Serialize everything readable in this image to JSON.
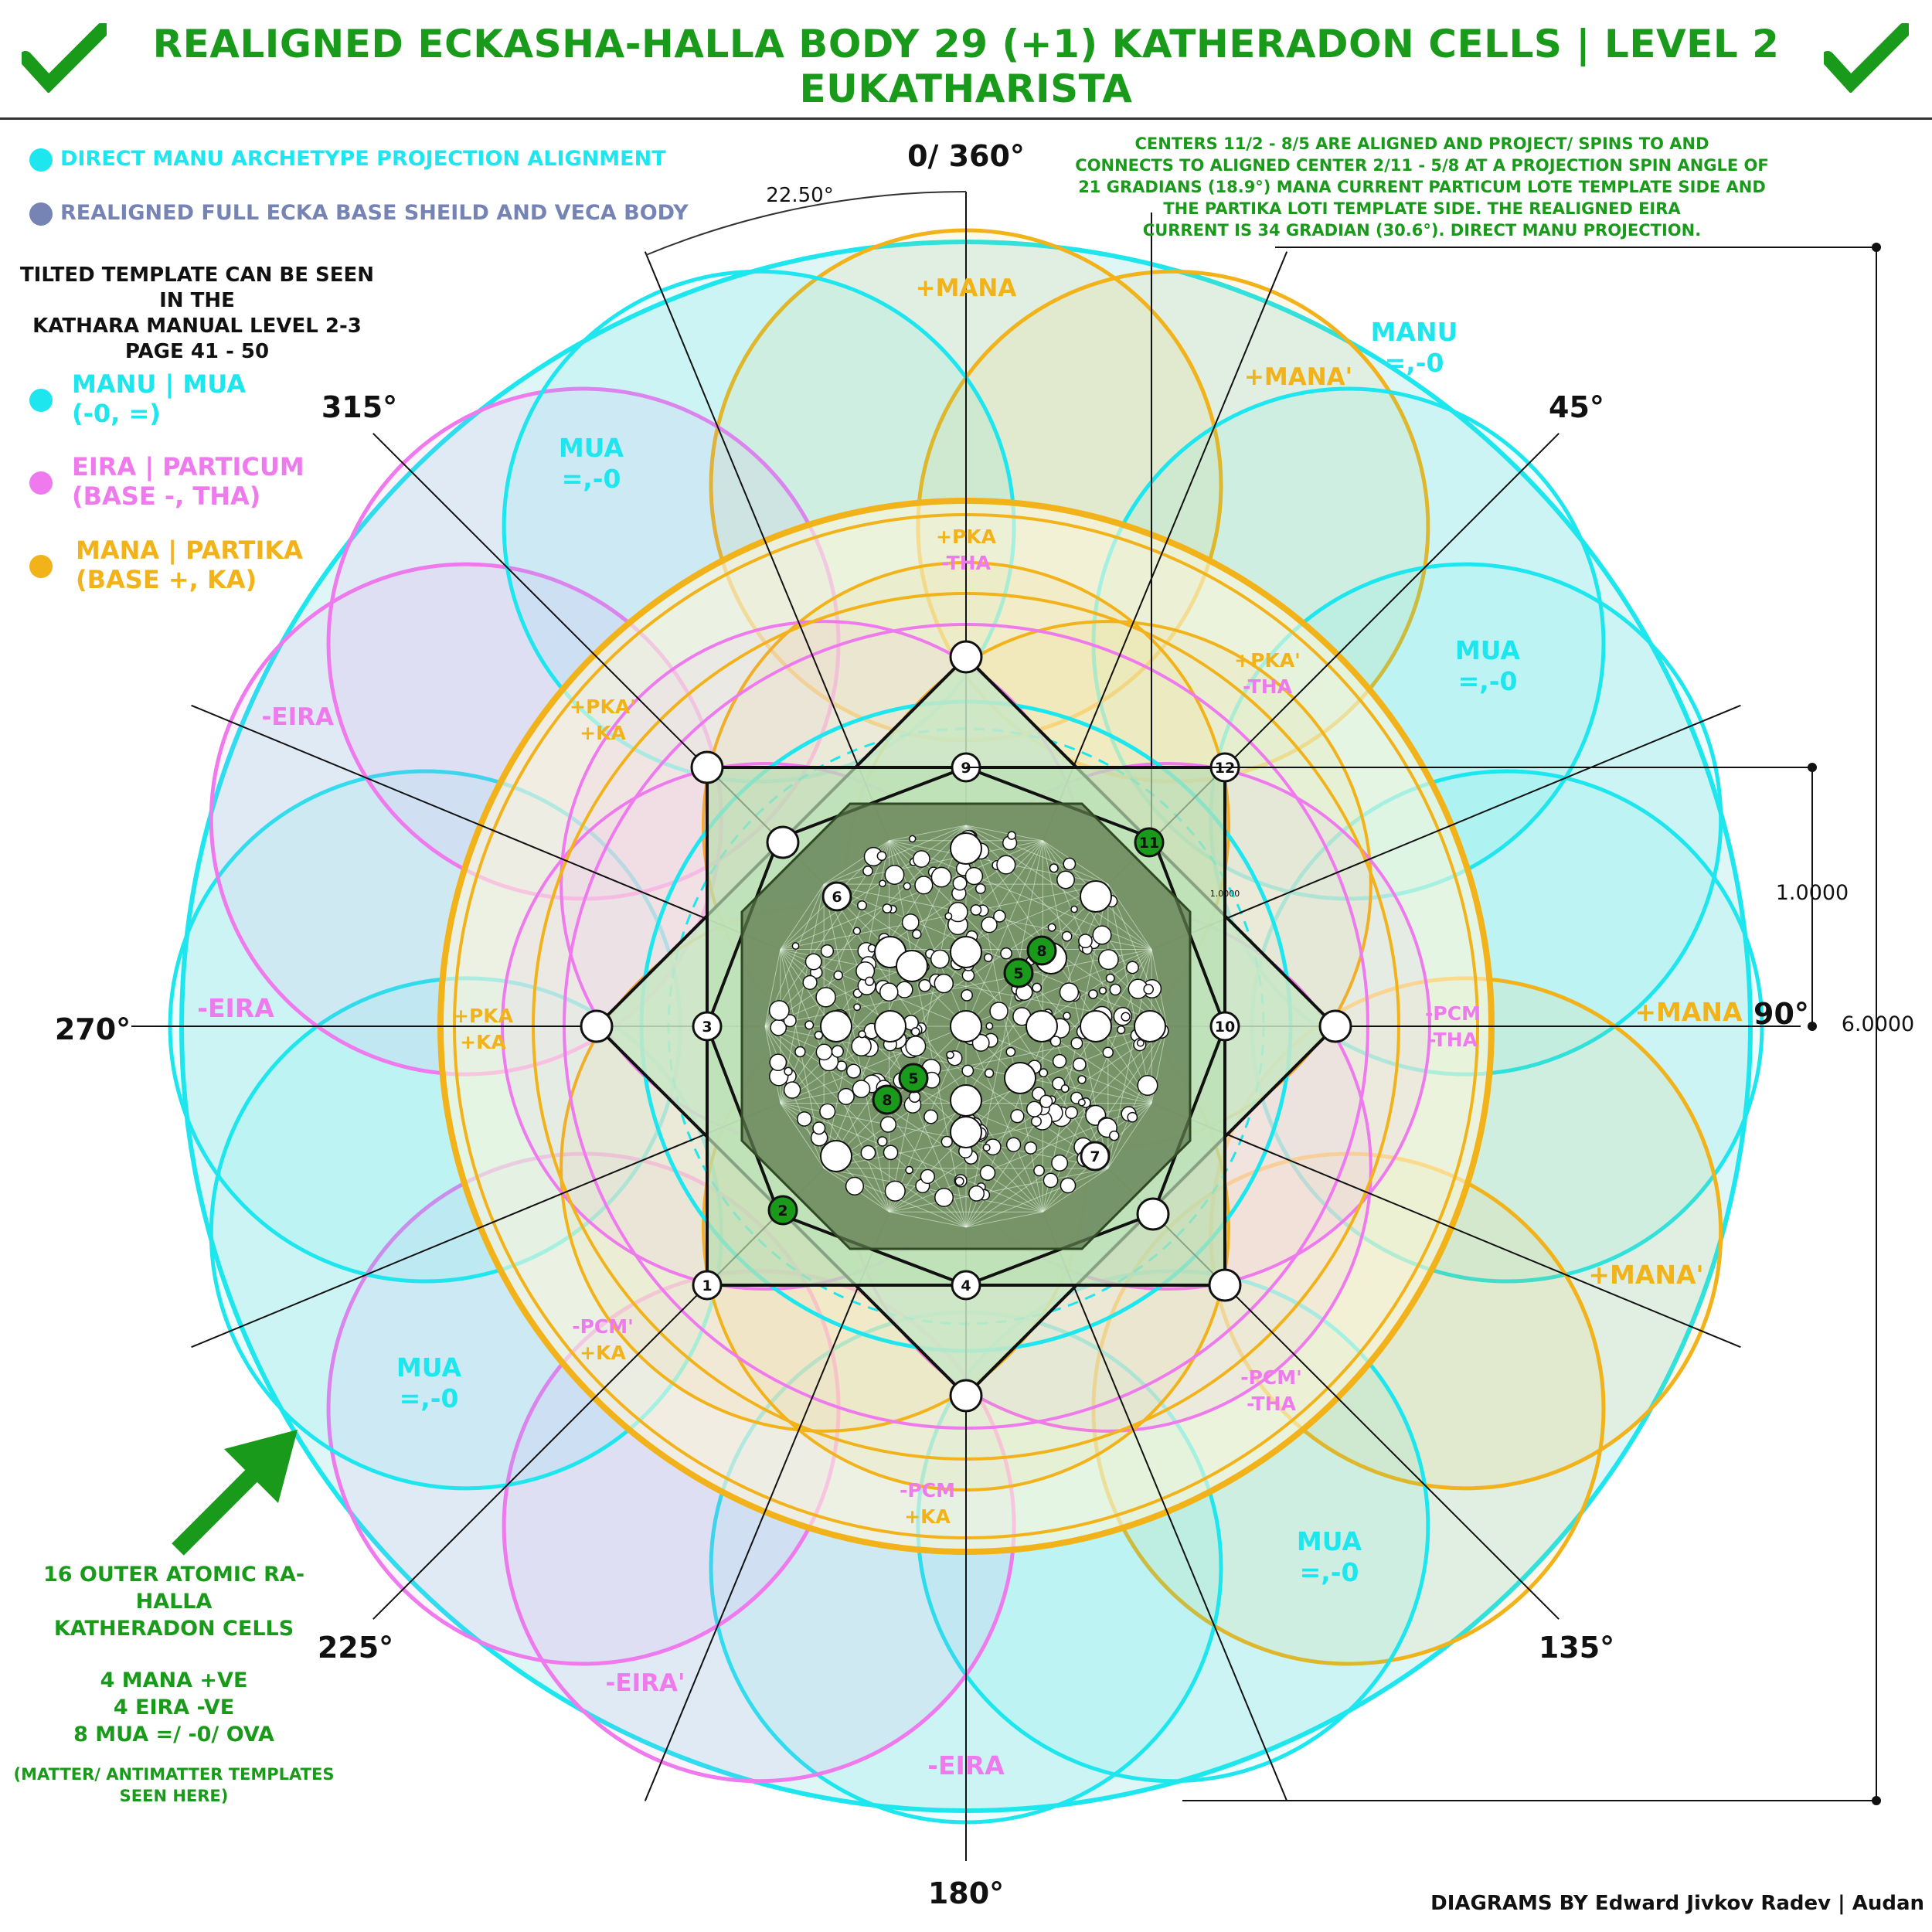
{
  "title": "REALIGNED ECKASHA-HALLA BODY 29 (+1) KATHERADON CELLS | LEVEL 2 EUKATHARISTA",
  "legend": {
    "direct_projection": "DIRECT MANU ARCHETYPE PROJECTION ALIGNMENT",
    "realigned_base": "REALIGNED FULL ECKA BASE SHEILD AND VECA BODY",
    "tilted_note": [
      "TILTED TEMPLATE CAN BE SEEN IN THE",
      "KATHARA MANUAL LEVEL 2-3",
      "PAGE 41 - 50"
    ],
    "manu_mua": [
      "MANU | MUA",
      "(-0, =)"
    ],
    "eira_particum": [
      "EIRA | PARTICUM",
      "(BASE -, THA)"
    ],
    "mana_partika": [
      "MANA | PARTIKA",
      "(BASE +, KA)"
    ]
  },
  "colors": {
    "cyan": "#1ee6ee",
    "magenta": "#ee7aee",
    "gold": "#f2b21a",
    "green": "#1a9a1a",
    "slate": "#7583b5"
  },
  "note_top_right": [
    "CENTERS 11/2 - 8/5 ARE ALIGNED AND PROJECT/ SPINS TO AND",
    "CONNECTS TO ALIGNED CENTER 2/11 - 5/8 AT A PROJECTION SPIN ANGLE OF",
    "21 GRADIANS (18.9°) MANA CURRENT PARTICUM LOTE TEMPLATE SIDE AND",
    "THE PARTIKA LOTI TEMPLATE SIDE. THE REALIGNED EIRA",
    "CURRENT IS 34 GRADIAN (30.6°). DIRECT MANU PROJECTION."
  ],
  "angles": {
    "top": "0/ 360°",
    "a45": "45°",
    "a90": "90°",
    "a135": "135°",
    "a180": "180°",
    "a225": "225°",
    "a270": "270°",
    "a315": "315°",
    "arc": "22.50°"
  },
  "dimensions": {
    "inner": "1.0000",
    "outer": "6.0000",
    "small": "1.0000"
  },
  "cell_labels": {
    "mana_top": "+MANA",
    "mana_prime_ne": "+MANA'",
    "manu": [
      "MANU",
      "=,-0"
    ],
    "mua_nw": [
      "MUA",
      "=,-0"
    ],
    "mua_ne": [
      "MUA",
      "=,-0"
    ],
    "mua_sw": [
      "MUA",
      "=,-0"
    ],
    "mua_se": [
      "MUA",
      "=,-0"
    ],
    "mana_east": "+MANA",
    "mana_prime_se": "+MANA'",
    "eira_west": "-EIRA",
    "eira_prime_nw": "-EIRA'",
    "eira_bottom": "-EIRA",
    "eira_prime_sw": "-EIRA'",
    "pka_tha_top": [
      "+PKA",
      "-THA"
    ],
    "pka_prime_tha": [
      "+PKA'",
      "-THA"
    ],
    "pka_prime_ka": [
      "+PKA'",
      "+KA"
    ],
    "pka_ka_west": [
      "+PKA",
      "+KA"
    ],
    "pcm_tha_east": [
      "-PCM",
      "-THA"
    ],
    "pcm_prime_tha": [
      "-PCM'",
      "-THA"
    ],
    "pcm_prime_ka": [
      "-PCM'",
      "+KA"
    ],
    "pcm_ka_bottom": [
      "-PCM",
      "+KA"
    ]
  },
  "nodes": [
    "1",
    "2",
    "3",
    "4",
    "5",
    "6",
    "7",
    "8",
    "9",
    "10",
    "11",
    "12",
    "5",
    "8"
  ],
  "bottom_left_note": {
    "line1": [
      "16 OUTER ATOMIC RA-HALLA",
      "KATHERADON CELLS"
    ],
    "line2": [
      "4 MANA +VE",
      "4 EIRA -VE",
      "8 MUA =/ -0/ OVA"
    ],
    "line3": [
      "(MATTER/ ANTIMATTER TEMPLATES",
      "SEEN HERE)"
    ]
  },
  "credit": "DIAGRAMS BY Edward Jivkov Radev | Audan"
}
